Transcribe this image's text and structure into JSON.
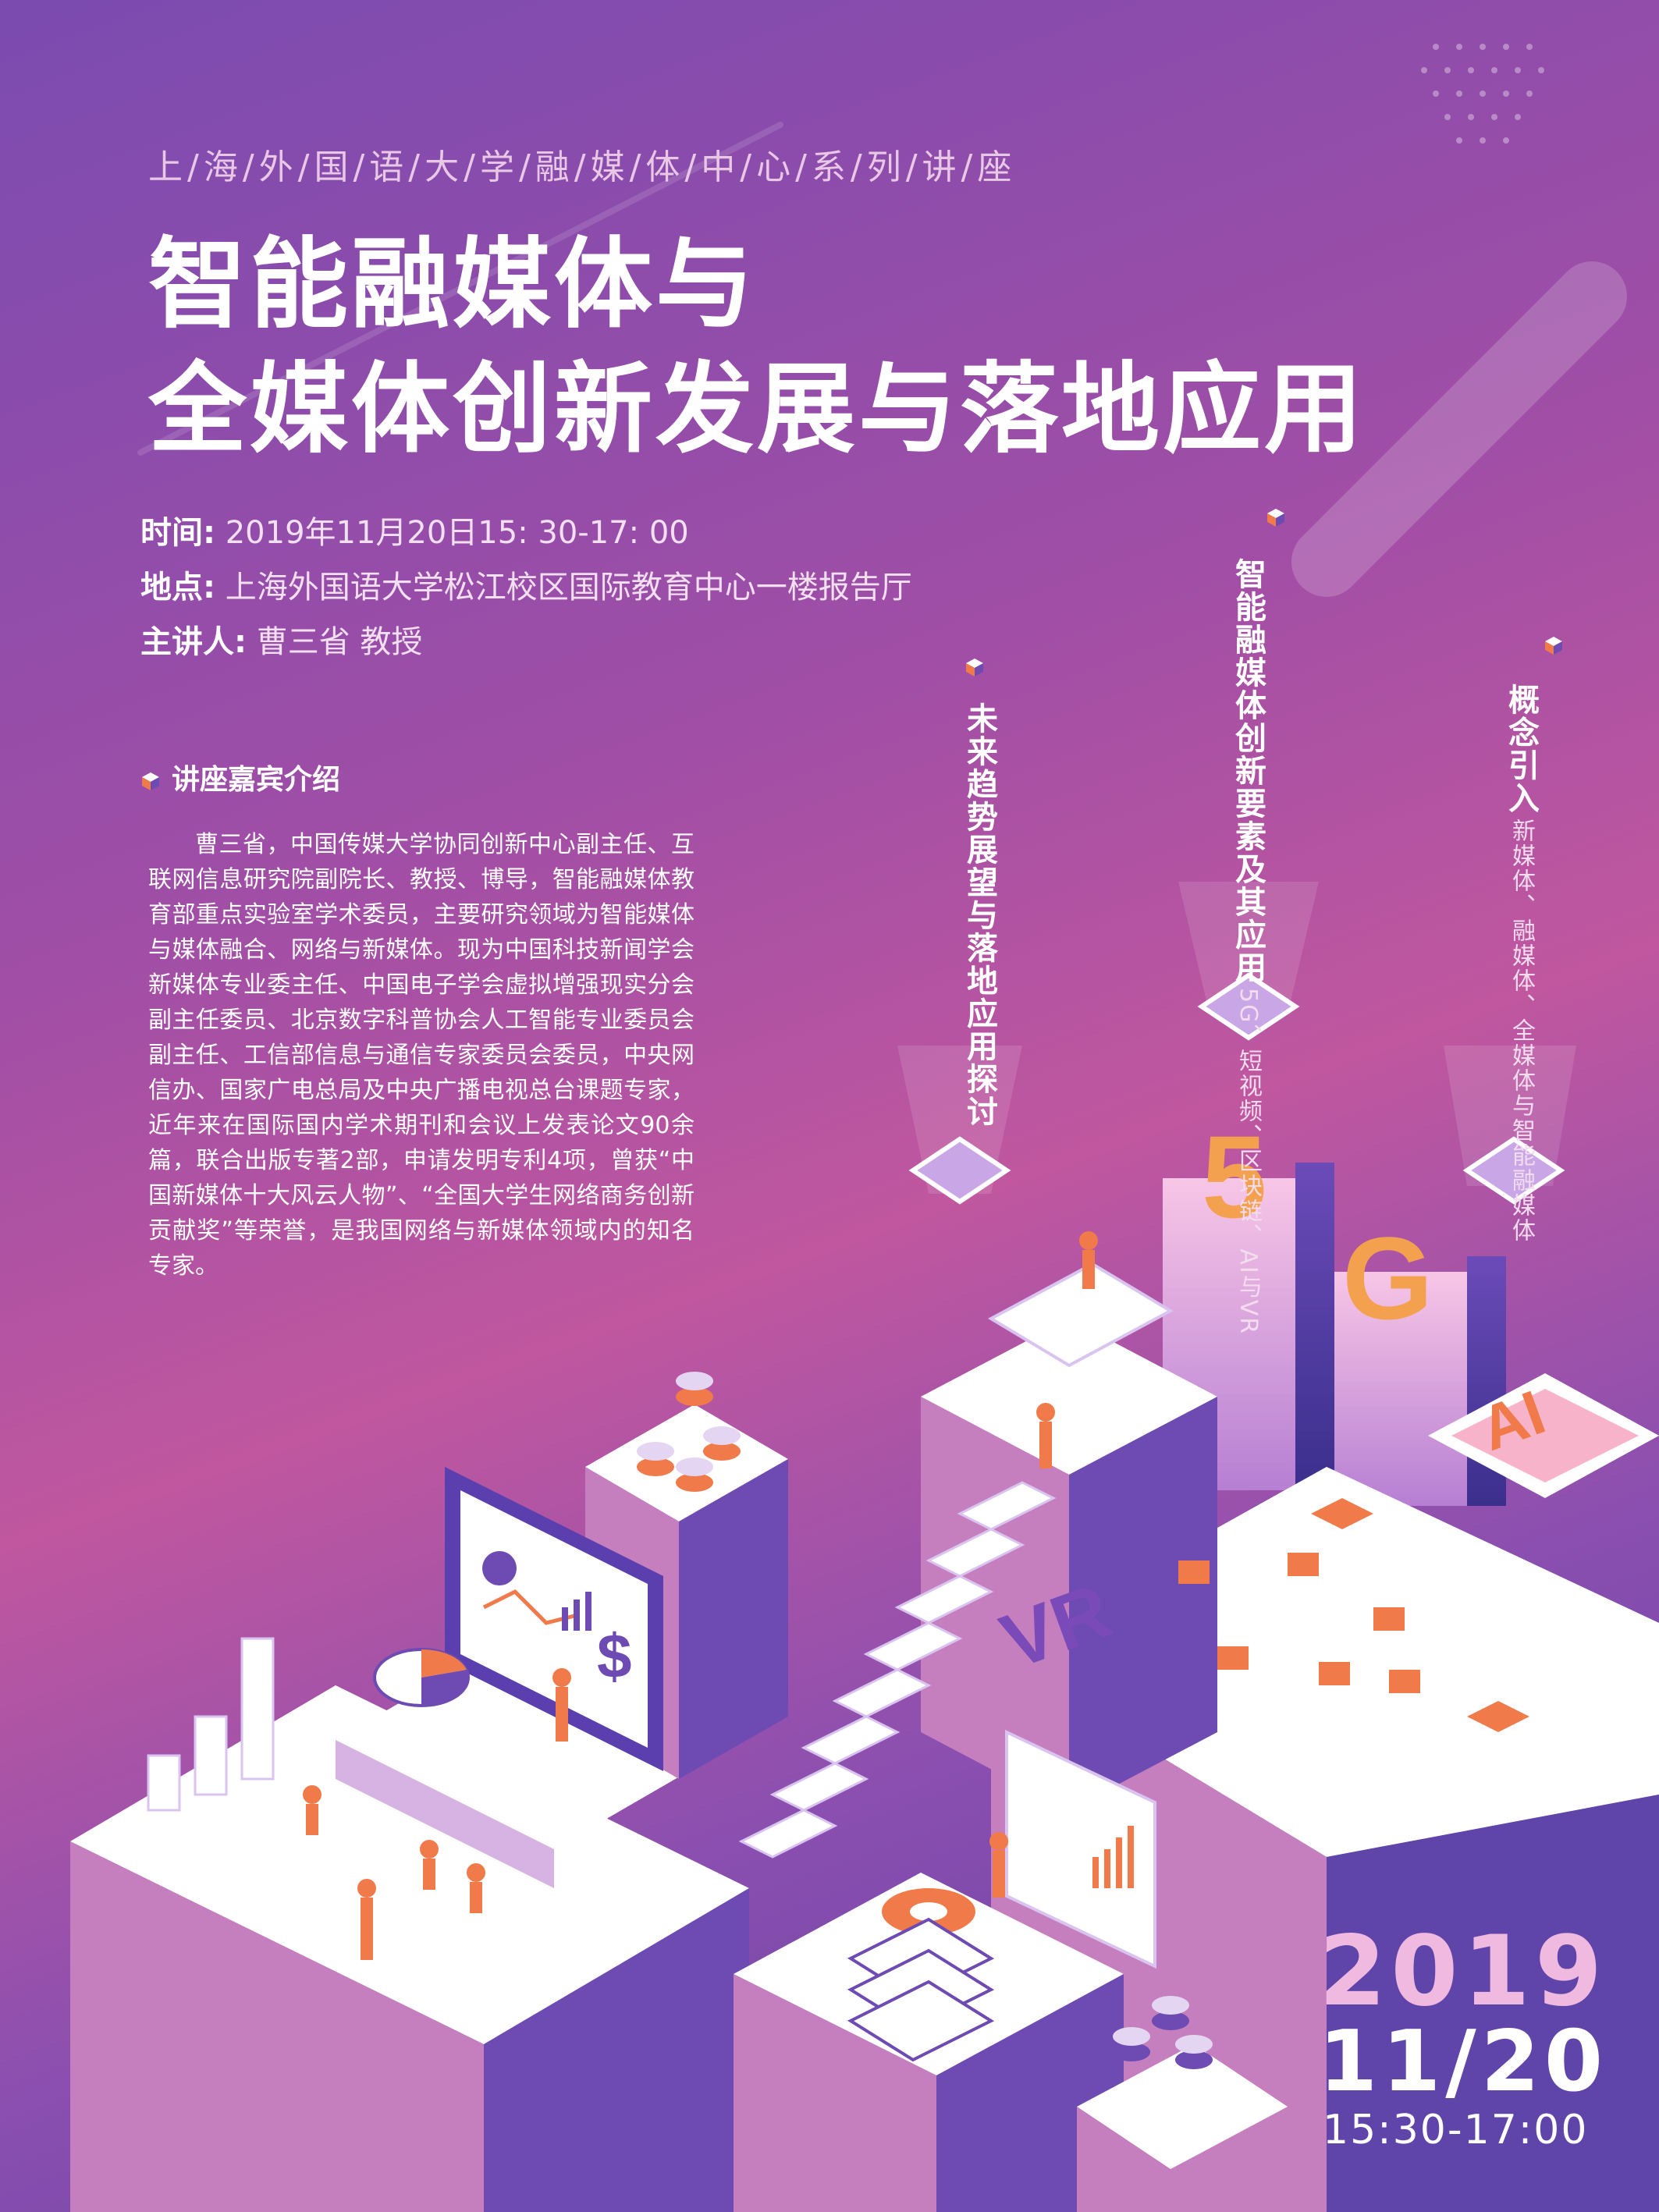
{
  "header": {
    "series": "上/海/外/国/语/大/学/融/媒/体/中/心/系/列/讲/座",
    "title_line1": "智能融媒体与",
    "title_line2": "全媒体创新发展与落地应用"
  },
  "info": {
    "time_label": "时间:",
    "time_value": "2019年11月20日15: 30-17: 00",
    "place_label": "地点:",
    "place_value": "上海外国语大学松江校区国际教育中心一楼报告厅",
    "speaker_label": "主讲人:",
    "speaker_value": "曹三省 教授"
  },
  "guest": {
    "heading": "讲座嘉宾介绍",
    "bio": "曹三省，中国传媒大学协同创新中心副主任、互联网信息研究院副院长、教授、博导，智能融媒体教育部重点实验室学术委员，主要研究领域为智能媒体与媒体融合、网络与新媒体。现为中国科技新闻学会新媒体专业委主任、中国电子学会虚拟增强现实分会副主任委员、北京数字科普协会人工智能专业委员会副主任、工信部信息与通信专家委员会委员，中央网信办、国家广电总局及中央广播电视总台课题专家，近年来在国际国内学术期刊和会议上发表论文90余篇，联合出版专著2部，申请发明专利4项，曾获“中国新媒体十大风云人物”、“全国大学生网络商务创新贡献奖”等荣誉，是我国网络与新媒体领域内的知名专家。"
  },
  "topics": [
    {
      "title": "未来趋势展望与落地应用探讨",
      "sub": ""
    },
    {
      "title": "智能融媒体创新要素及其应用",
      "sub": "5G、短视频、区块链、AI与VR"
    },
    {
      "title": "概念引入",
      "sub": "新媒体、融媒体、全媒体与智能融媒体"
    }
  ],
  "illustration_labels": {
    "fiveg": "5G",
    "ai": "AI",
    "vr": "VR",
    "dollar": "$"
  },
  "date": {
    "year": "2019",
    "day": "11/20",
    "time": "15:30-17:00"
  },
  "colors": {
    "background_top": "#7b4bb0",
    "background_mid": "#c0579f",
    "accent_orange": "#f07a4a",
    "accent_pink": "#f0b9df"
  }
}
